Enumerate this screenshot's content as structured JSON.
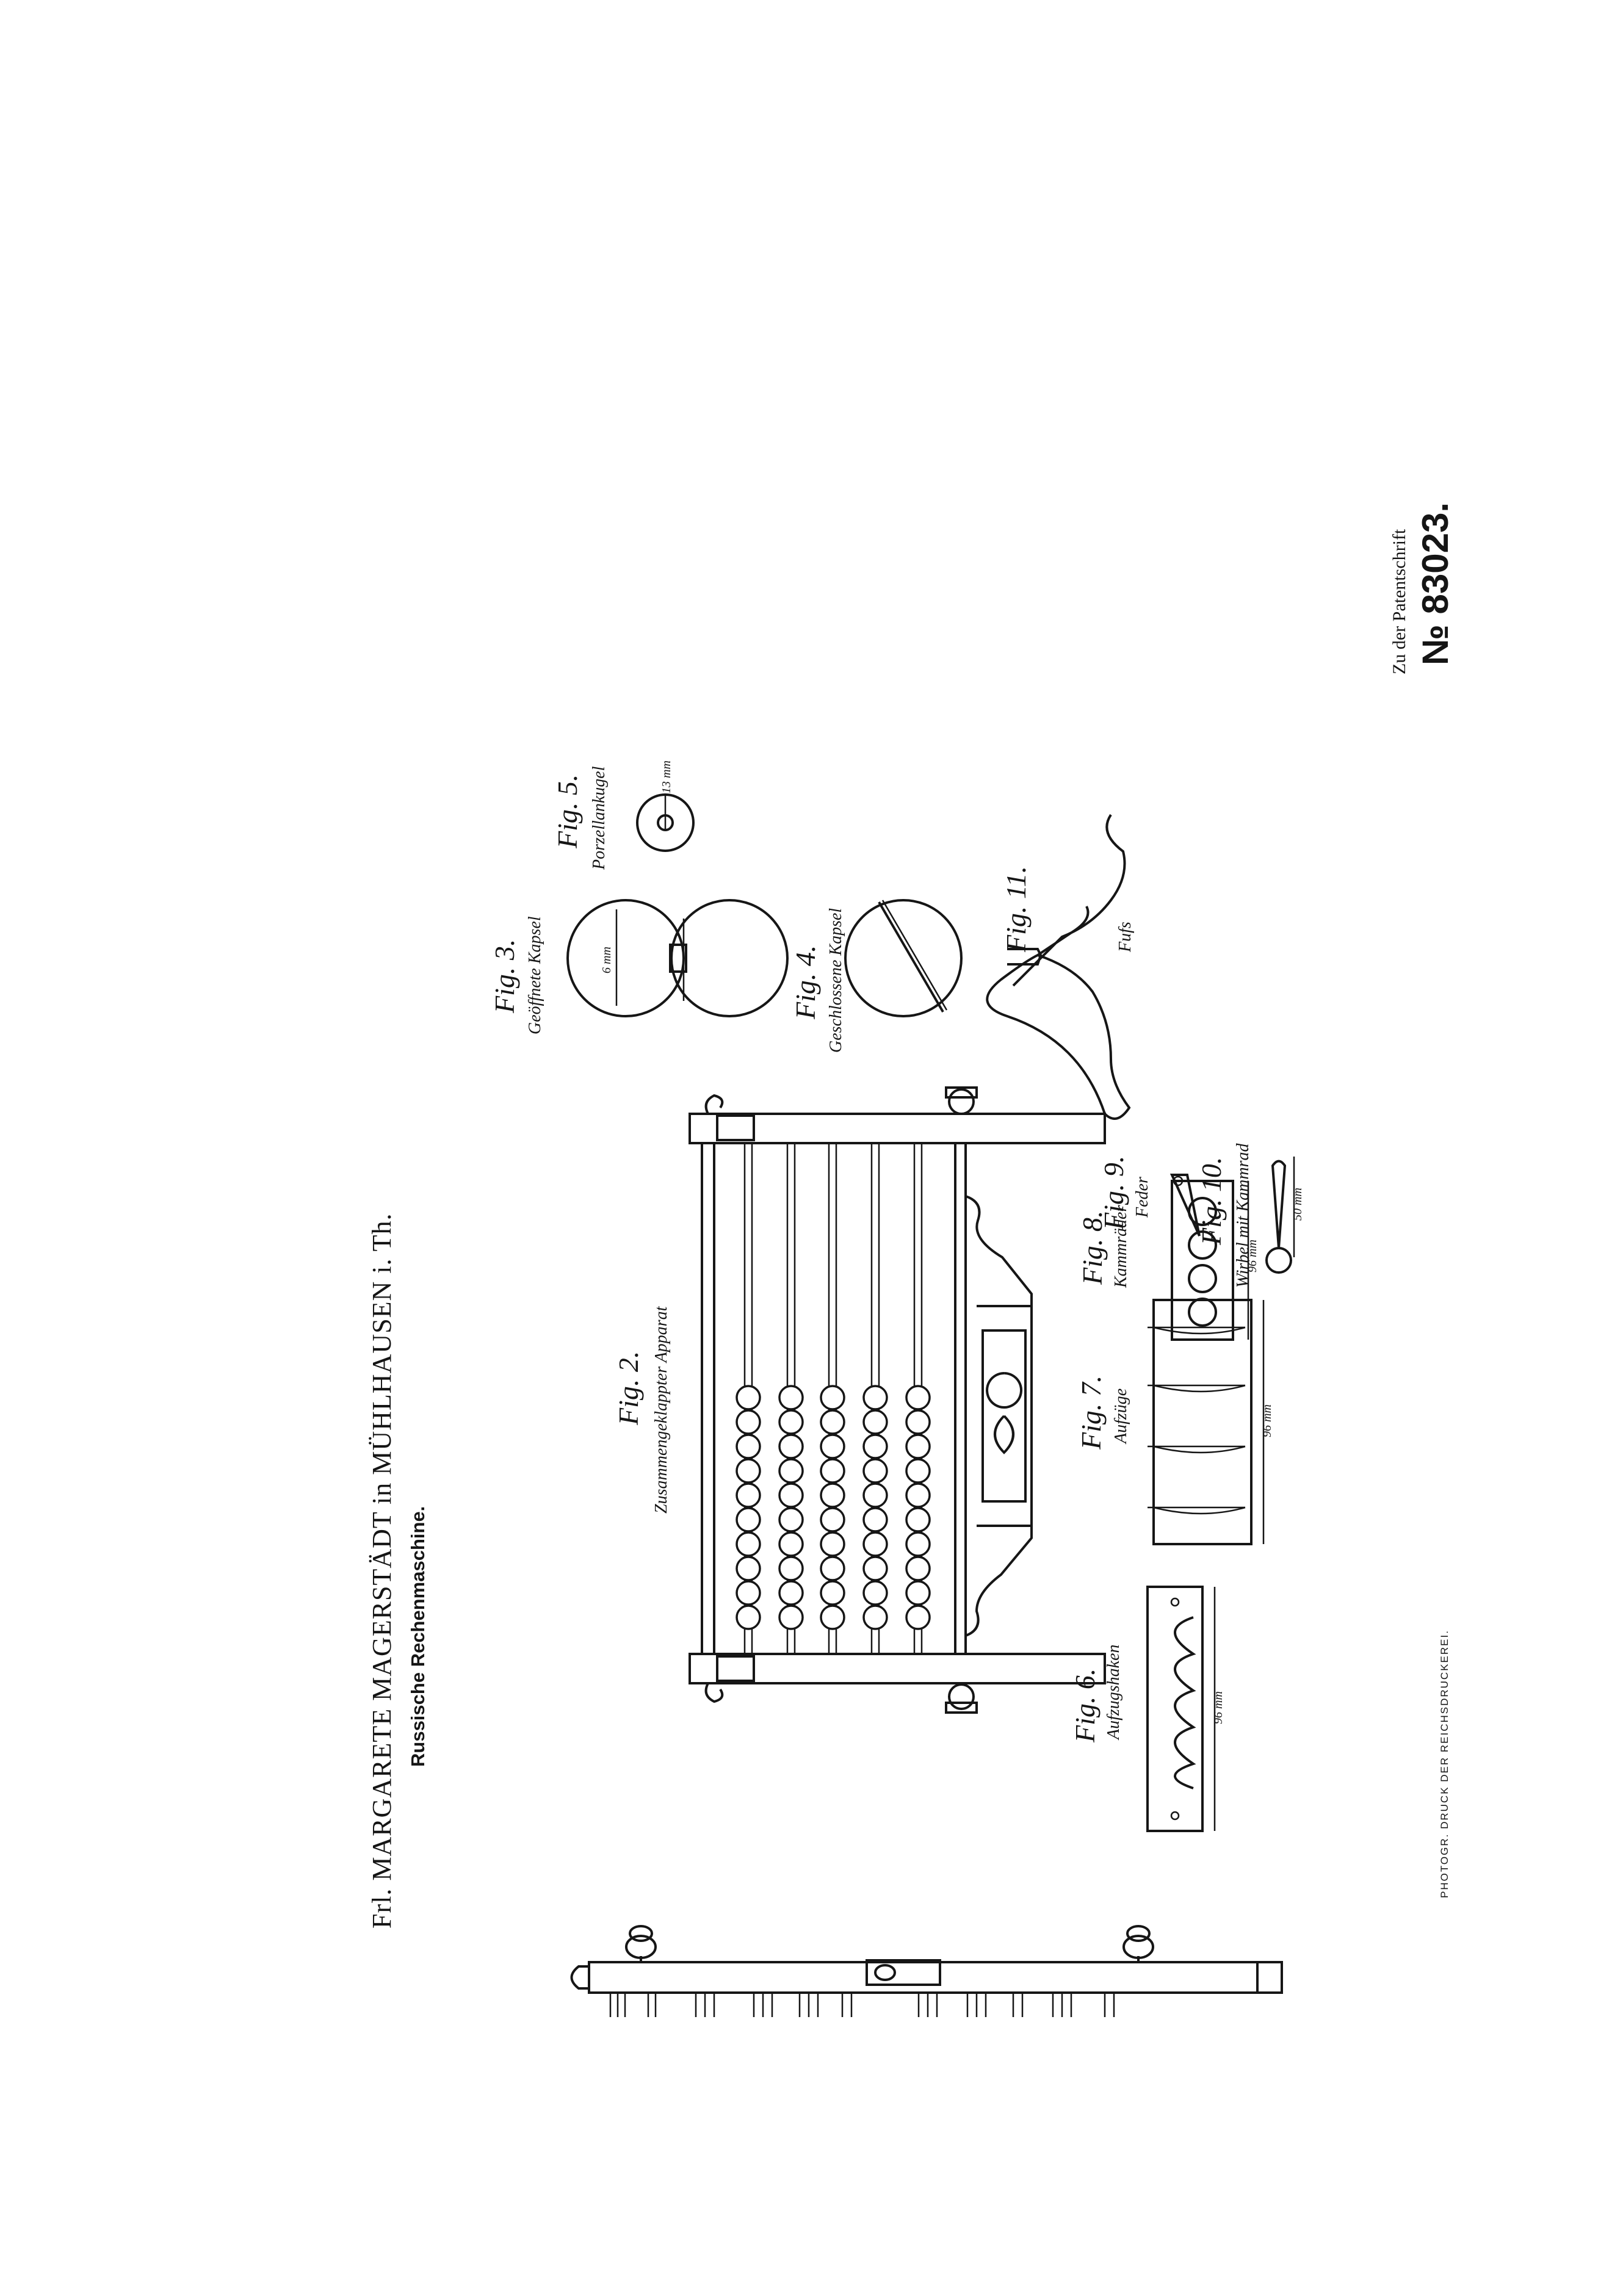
{
  "header": {
    "inventor": "Frl. MARGARETE MAGERSTÄDT in MÜHLHAUSEN i. Th.",
    "title": "Russische Rechenmaschine."
  },
  "patent": {
    "reference_label": "Zu der Patentschrift",
    "number": "№ 83023."
  },
  "printer": "PHOTOGR. DRUCK DER REICHSDRUCKEREI.",
  "figures": {
    "fig2": {
      "number": "Fig. 2.",
      "caption": "Zusammengeklappter Apparat"
    },
    "fig3": {
      "number": "Fig. 3.",
      "caption": "Geöffnete Kapsel",
      "dimension": "6 mm"
    },
    "fig4": {
      "number": "Fig. 4.",
      "caption": "Geschlossene Kapsel"
    },
    "fig5": {
      "number": "Fig. 5.",
      "caption": "Porzellankugel",
      "dimension": "13 mm"
    },
    "fig6": {
      "number": "Fig. 6.",
      "caption": "Aufzugshaken",
      "dimension": "96 mm"
    },
    "fig7": {
      "number": "Fig. 7.",
      "caption": "Aufzüge",
      "dimension": "96 mm"
    },
    "fig8": {
      "number": "Fig. 8.",
      "caption": "Kammräder",
      "dimension": "96 mm"
    },
    "fig9": {
      "number": "Fig. 9.",
      "caption": "Feder"
    },
    "fig10": {
      "number": "Fig. 10.",
      "caption": "Wirbel mit Kammrad",
      "dimension": "50 mm"
    },
    "fig11": {
      "number": "Fig. 11.",
      "caption": "Fufs"
    }
  }
}
